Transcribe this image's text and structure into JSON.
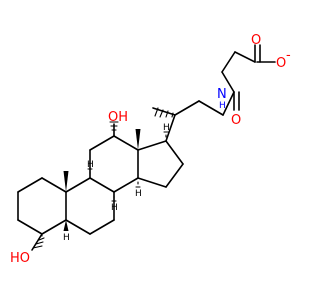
{
  "colors": {
    "bond": "#000000",
    "oxygen": "#ff0000",
    "nitrogen": "#0000ff",
    "carbon_text": "#000000"
  },
  "labels": {
    "o_carboxyl_top": "O",
    "o_carboxyl_minus": "O",
    "charge_minus": "-",
    "n_amide": "N",
    "h_amide": "H",
    "o_amide": "O",
    "oh_12": "OH",
    "oh_3": "HO",
    "h_8": "H",
    "h_9": "H",
    "h_14": "H",
    "h_17": "H",
    "h_5": "H"
  }
}
